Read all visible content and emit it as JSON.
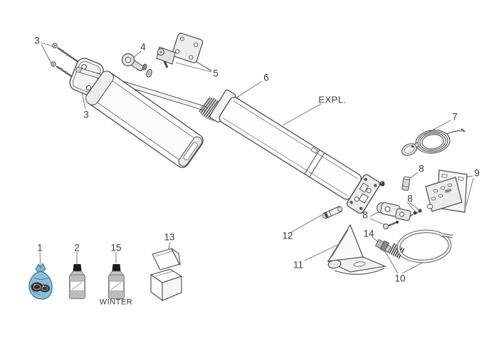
{
  "figure": {
    "type": "exploded-parts-diagram",
    "background": "#ffffff",
    "line_color": "#4a4a4a",
    "text_color": "#3b3b3b",
    "accent_colors": {
      "bag_blue": "#8cc0da",
      "bag_outline": "#30719a",
      "bottle_gray": "#bdbdbd",
      "cap_black": "#1b1b1b"
    }
  },
  "callouts": [
    {
      "text": "3"
    },
    {
      "text": "3"
    },
    {
      "text": "4"
    },
    {
      "text": "5"
    },
    {
      "text": "6"
    },
    {
      "text": "EXPL."
    },
    {
      "text": "7"
    },
    {
      "text": "8"
    },
    {
      "text": "9"
    },
    {
      "text": "8"
    },
    {
      "text": "8"
    },
    {
      "text": "12"
    },
    {
      "text": "11"
    },
    {
      "text": "14"
    },
    {
      "text": "10"
    },
    {
      "text": "1"
    },
    {
      "text": "2"
    },
    {
      "text": "15"
    },
    {
      "text": "13"
    },
    {
      "text": "WINTER"
    }
  ]
}
